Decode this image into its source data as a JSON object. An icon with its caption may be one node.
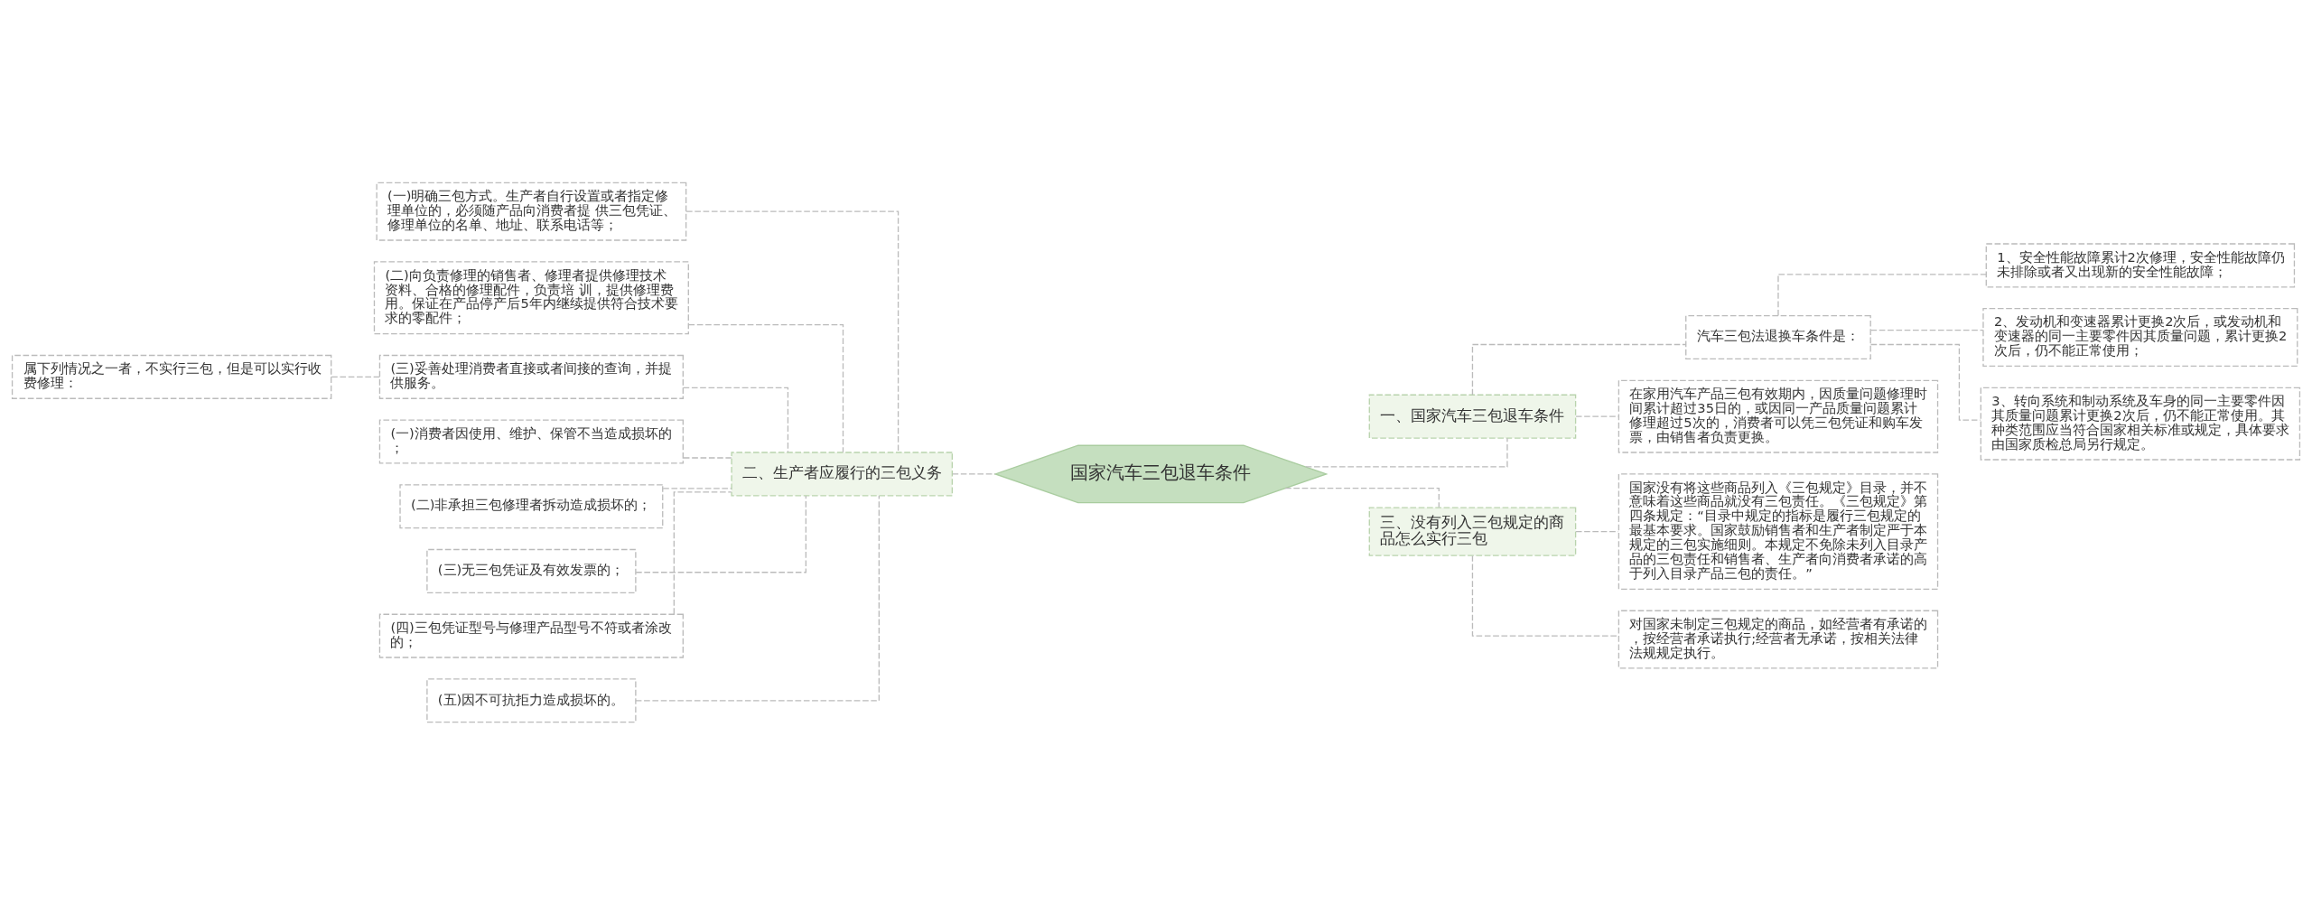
{
  "diagram": {
    "nodes": [
      {
        "text": [
          "国家汽车三包退车条件"
        ]
      },
      {
        "text": [
          "一、国家汽车三包退车条件"
        ]
      },
      {
        "text": [
          "汽车三包法退换车条件是："
        ]
      },
      {
        "text": [
          "1、安全性能故障累计2次修理，安全性能故障仍未排除或者又出现新的安全性能故障；"
        ]
      },
      {
        "text": [
          "2、发动机和变速器累计更换2次后，或发动机和变速器的同一主要零件因其质量问题，累计更换2次后，仍不能正常使用；"
        ]
      },
      {
        "text": [
          "3、转向系统和制动系统及车身的同一主要零件因其质量问题累计更换2次后，仍不能正常使用。其种类范围应当符合国家相关标准或规定，具体要求由国家质检总局另行规定。"
        ]
      },
      {
        "text": [
          "在家用汽车产品三包有效期内，因质量问题修理时间累计超过35日的，或因同一产品质量问题累计修理超过5次的，消费者可以凭三包凭证和购车发票，由销售者负责更换。"
        ]
      },
      {
        "text": [
          "二、生产者应履行的三包义务"
        ]
      },
      {
        "text": [
          "(一)明确三包方式。生产者自行设置或者指定修理单位的，必须随产品向消费者提 供三包凭证、修理单位的名单、地址、联系电话等；"
        ]
      },
      {
        "text": [
          "(二)向负责修理的销售者、修理者提供修理技术资料、合格的修理配件，负责培 训，提供修理费用。保证在产品停产后5年内继续提供符合技术要求的零配件；"
        ]
      },
      {
        "text": [
          "(三)妥善处理消费者直接或者间接的查询，并提供服务。"
        ]
      },
      {
        "text": [
          "属下列情况之一者，不实行三包，但是可以实行收费修理："
        ]
      },
      {
        "text": [
          "(一)消费者因使用、维护、保管不当造成损坏的；"
        ]
      },
      {
        "text": [
          "(二)非承担三包修理者拆动造成损坏的；"
        ]
      },
      {
        "text": [
          "(三)无三包凭证及有效发票的；"
        ]
      },
      {
        "text": [
          "(四)三包凭证型号与修理产品型号不符或者涂改的；"
        ]
      },
      {
        "text": [
          "(五)因不可抗拒力造成损坏的。"
        ]
      },
      {
        "text": [
          "三、没有列入三包规定的商品怎么实行三包"
        ]
      },
      {
        "text": [
          "国家没有将这些商品列入《三包规定》目录，并不意味着这些商品就没有三包责任。《三包规定》第四条规定：“目录中规定的指标是履行三包规定的最基本要求。国家鼓励销售者和生产者制定严于本规定的三包实施细则。本规定不免除未列入目录产品的三包责任和销售者、生产者向消费者承诺的高于列入目录产品三包的责任。”"
        ]
      },
      {
        "text": [
          "对国家未制定三包规定的商品，如经营者有承诺的，按经营者承诺执行;经营者无承诺，按相关法律法规规定执行。"
        ]
      }
    ],
    "edges": [
      {
        "from": 0,
        "to": 1,
        "arrow": "none"
      },
      {
        "from": 1,
        "to": 2,
        "arrow": "none"
      },
      {
        "from": 2,
        "to": 3,
        "arrow": "none"
      },
      {
        "from": 2,
        "to": 4,
        "arrow": "none"
      },
      {
        "from": 2,
        "to": 5,
        "arrow": "none"
      },
      {
        "from": 1,
        "to": 6,
        "arrow": "none"
      },
      {
        "from": 0,
        "to": 7,
        "arrow": "none"
      },
      {
        "from": 7,
        "to": 8,
        "arrow": "none"
      },
      {
        "from": 7,
        "to": 9,
        "arrow": "none"
      },
      {
        "from": 7,
        "to": 10,
        "arrow": "none"
      },
      {
        "from": 10,
        "to": 11,
        "arrow": "none"
      },
      {
        "from": 7,
        "to": 12,
        "arrow": "none"
      },
      {
        "from": 7,
        "to": 13,
        "arrow": "none"
      },
      {
        "from": 7,
        "to": 14,
        "arrow": "none"
      },
      {
        "from": 7,
        "to": 15,
        "arrow": "none"
      },
      {
        "from": 7,
        "to": 16,
        "arrow": "none"
      },
      {
        "from": 0,
        "to": 17,
        "arrow": "none"
      },
      {
        "from": 17,
        "to": 18,
        "arrow": "none"
      },
      {
        "from": 17,
        "to": 19,
        "arrow": "none"
      }
    ]
  }
}
